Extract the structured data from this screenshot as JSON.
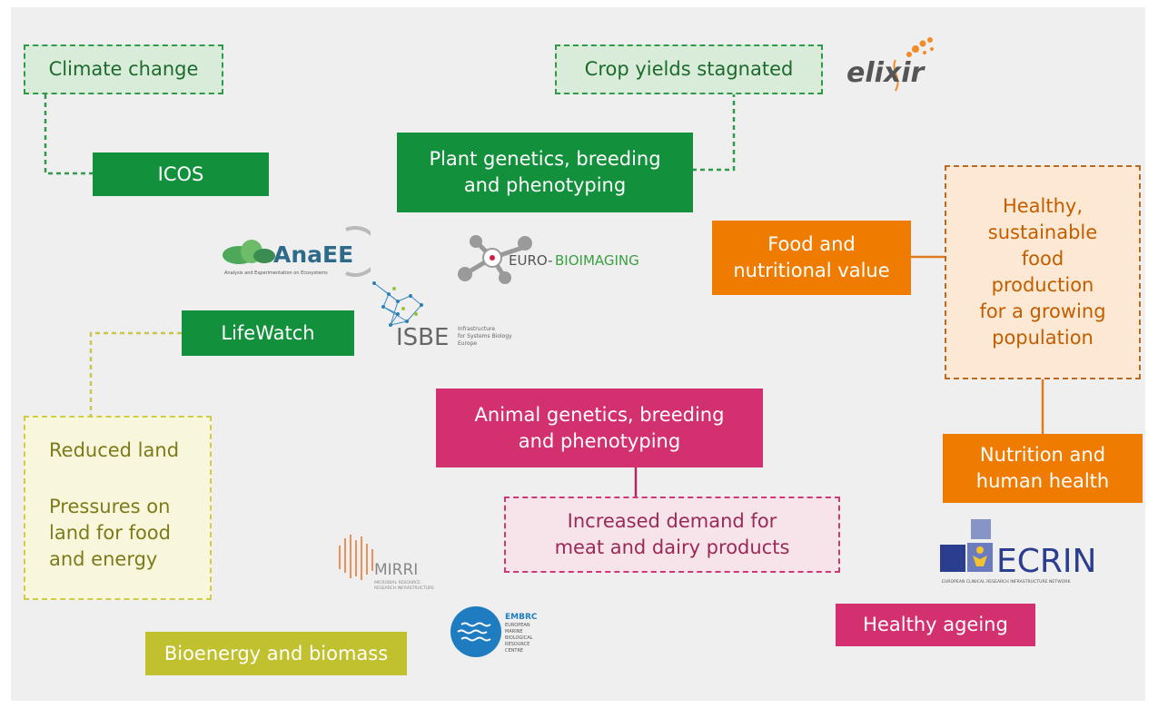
{
  "boxes": {
    "climate_change": "Climate change",
    "crop_yields": "Crop yields stagnated",
    "icos": "ICOS",
    "plant_genetics": "Plant genetics, breeding\nand phenotyping",
    "food_nutritional": "Food and\nnutritional value",
    "healthy_sustainable": "Healthy,\nsustainable\nfood\nproduction\nfor a growing\npopulation",
    "lifewatch": "LifeWatch",
    "reduced_land": "Reduced land",
    "pressures_land": "Pressures on\nland for food\nand energy",
    "animal_genetics": "Animal genetics, breeding\nand phenotyping",
    "increased_demand": "Increased demand for\nmeat and dairy products",
    "nutrition_health": "Nutrition and\nhuman health",
    "bioenergy": "Bioenergy and biomass",
    "healthy_ageing": "Healthy ageing"
  },
  "logos": {
    "elixir": "elixir",
    "anaee": "AnaEE",
    "anaee_sub": "Analysis and Experimentation on Ecosystems",
    "eurobio_a": "EURO-",
    "eurobio_b": "BIOIMAGING",
    "isbe": "ISBE",
    "isbe_sub1": "Infrastructure",
    "isbe_sub2": "for Systems Biology",
    "isbe_sub3": "Europe",
    "mirri": "MIRRI",
    "mirri_sub1": "MICROBIAL RESOURCE",
    "mirri_sub2": "RESEARCH INFRASTRUCTURE",
    "embrc": "EMBRC",
    "embrc_sub1": "EUROPEAN",
    "embrc_sub2": "MARINE",
    "embrc_sub3": "BIOLOGICAL",
    "embrc_sub4": "RESOURCE",
    "embrc_sub5": "CENTRE",
    "ecrin": "ECRIN",
    "ecrin_sub": "EUROPEAN CLINICAL RESEARCH INFRASTRUCTURE NETWORK"
  },
  "colors": {
    "green": "#12903c",
    "orange": "#ef7c00",
    "magenta": "#d2306f",
    "olive": "#c1c02e"
  }
}
